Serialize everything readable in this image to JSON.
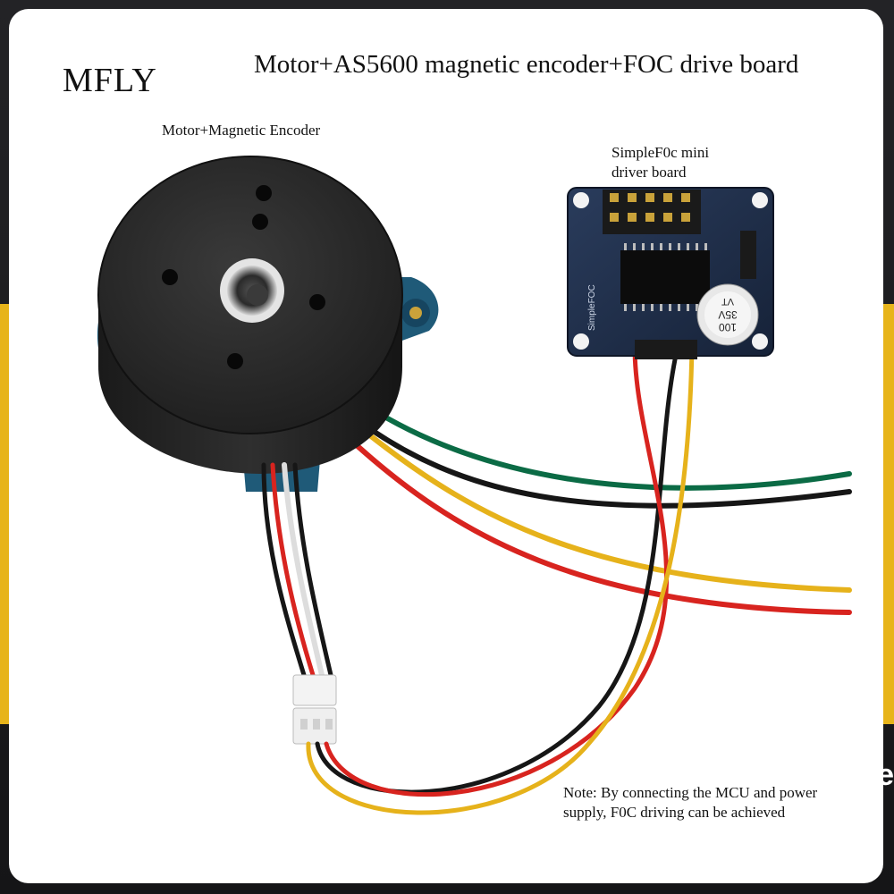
{
  "brand": "MFLY",
  "title": "Motor+AS5600 magnetic encoder+FOC drive board",
  "labels": {
    "motor": "Motor+Magnetic Encoder",
    "board_line1": "SimpleF0c mini",
    "board_line2": "driver board"
  },
  "note": {
    "line1": "Note: By connecting the MCU and power",
    "line2": "supply, F0C driving can be achieved"
  },
  "capacitor": {
    "line1": "100",
    "line2": "35V",
    "line3": "VT"
  },
  "pcb_silkscreen": "SimpleFOC",
  "edge_glyph": "e",
  "colors": {
    "panel": "#ffffff",
    "background": "#1b1b1d",
    "accent": "#e7b41a",
    "motor_body": "#2a2a2a",
    "encoder_pcb": "#1f5a78",
    "driver_pcb": "#1e2f4a",
    "wire_green": "#0b6b45",
    "wire_black": "#161616",
    "wire_yellow": "#e6b21b",
    "wire_red": "#d8241f"
  }
}
